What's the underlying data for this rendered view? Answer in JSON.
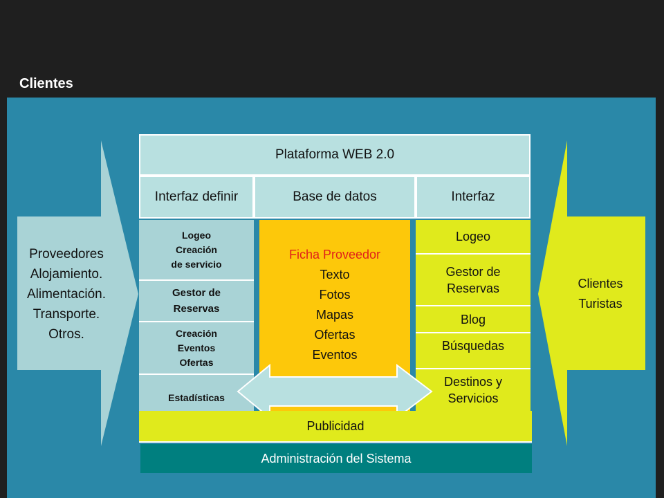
{
  "slide_title": "Clientes",
  "colors": {
    "background": "#1f1f1f",
    "panel": "#2a88a8",
    "light_blue": "#b8e0e0",
    "yellow": "#e0ea1c",
    "orange": "#fdc80a",
    "teal": "#007f7f",
    "red_text": "#e0201a"
  },
  "left_arrow": {
    "lines": [
      "Proveedores",
      "Alojamiento.",
      "Alimentación.",
      "Transporte.",
      "Otros."
    ]
  },
  "right_arrow": {
    "lines": [
      "Clientes",
      "Turistas"
    ]
  },
  "platform": {
    "title": "Plataforma WEB 2.0",
    "headers": [
      "Interfaz definir",
      "Base de datos",
      "Interfaz"
    ]
  },
  "left_column": [
    {
      "lines": [
        "Logeo",
        "Creación",
        "de servicio"
      ]
    },
    {
      "lines": [
        "Gestor de",
        "Reservas"
      ]
    },
    {
      "lines": [
        "Creación",
        "Eventos",
        "Ofertas"
      ]
    },
    {
      "lines": [
        "Estadísticas"
      ]
    }
  ],
  "center_column": {
    "heading": "Ficha Proveedor",
    "lines": [
      "Texto",
      "Fotos",
      "Mapas",
      "Ofertas",
      "Eventos"
    ]
  },
  "right_column": [
    {
      "lines": [
        "Logeo"
      ]
    },
    {
      "lines": [
        "Gestor de",
        "Reservas"
      ]
    },
    {
      "lines": [
        "Blog"
      ]
    },
    {
      "lines": [
        "Búsquedas"
      ]
    },
    {
      "lines": [
        "Destinos y",
        "Servicios"
      ]
    }
  ],
  "footer": {
    "advertising": "Publicidad",
    "admin": "Administración del Sistema"
  }
}
